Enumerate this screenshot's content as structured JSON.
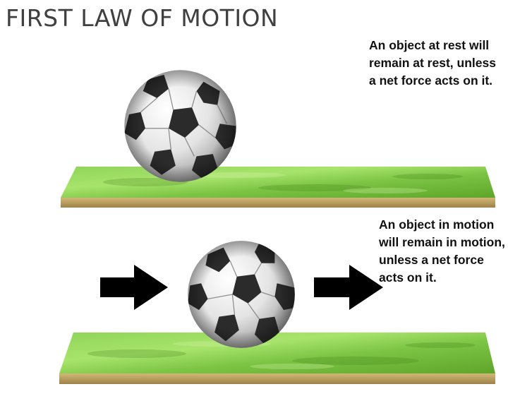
{
  "title": "FIRST LAW OF MOTION",
  "top_panel": {
    "caption": "An object at rest will remain at rest, unless a net force acts on it.",
    "ball_icon": "soccer-ball-icon",
    "ground": "grass-platform"
  },
  "bottom_panel": {
    "caption": "An object in motion will remain in motion, unless a net force acts on it.",
    "ball_icon": "soccer-ball-icon",
    "arrow_icons": [
      "right-arrow-icon",
      "right-arrow-icon"
    ],
    "ground": "grass-platform"
  },
  "colors": {
    "title": "#404040",
    "caption": "#111111",
    "grass_light": "#9ee063",
    "grass_dark": "#5ea52a",
    "platform_edge": "#bfa362",
    "arrow": "#000000",
    "ball_white": "#e9e9e9",
    "ball_black": "#2b2b2b"
  }
}
